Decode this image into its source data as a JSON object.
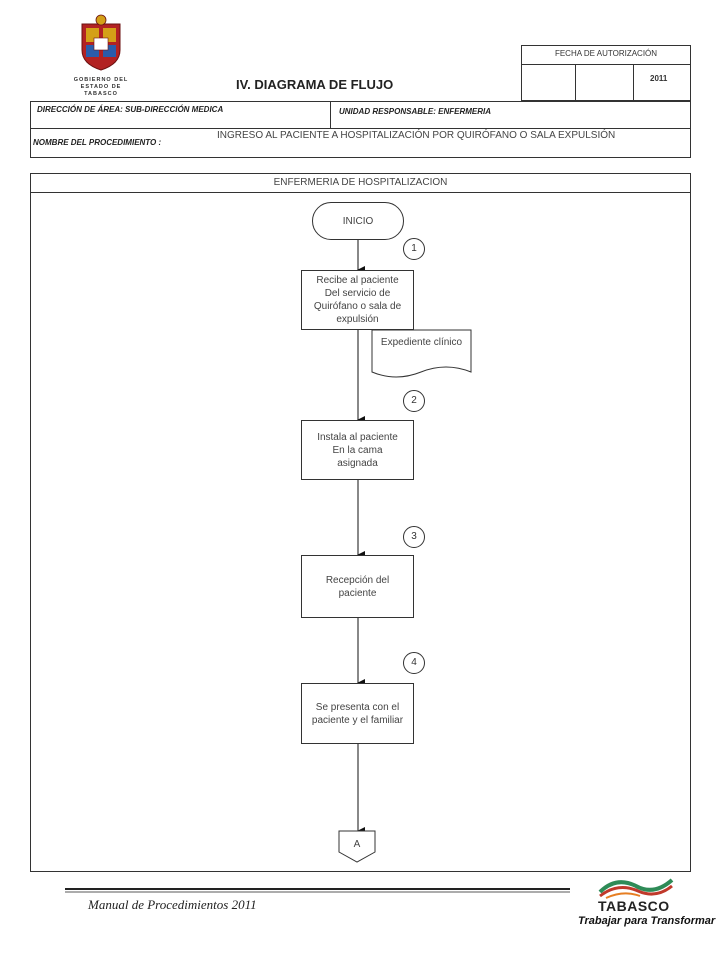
{
  "header": {
    "seal_lines": [
      "GOBIERNO DEL",
      "ESTADO DE",
      "TABASCO"
    ],
    "title": "IV. DIAGRAMA  DE FLUJO",
    "fecha_label": "FECHA DE AUTORIZACIÓN",
    "year": "2011",
    "direccion": "DIRECCIÓN DE ÁREA: SUB-DIRECCIÓN MEDICA",
    "unidad": "UNIDAD RESPONSABLE: ENFERMERIA",
    "nombre_label": "NOMBRE DEL PROCEDIMIENTO :",
    "nombre_value": "INGRESO AL PACIENTE A HOSPITALIZACIÓN POR QUIRÓFANO O SALA EXPULSIÓN"
  },
  "lane": {
    "title": "ENFERMERIA DE HOSPITALIZACION"
  },
  "flow": {
    "start": "INICIO",
    "steps": [
      {
        "num": "1",
        "text": "Recibe al paciente Del servicio de Quirófano o sala de expulsión"
      },
      {
        "num": "2",
        "text": "Instala al paciente En la cama asignada"
      },
      {
        "num": "3",
        "text": "Recepción del paciente"
      },
      {
        "num": "4",
        "text": "Se presenta con el paciente y el familiar"
      }
    ],
    "document": "Expediente clínico",
    "connector": "A"
  },
  "footer": {
    "manual": "Manual de Procedimientos 2011",
    "logo_word": "TABASCO",
    "slogan": "Trabajar para Transformar"
  },
  "colors": {
    "logo_red": "#c0392b",
    "logo_green": "#2e8b57",
    "logo_orange": "#e67e22",
    "seal_red": "#b22222",
    "seal_gold": "#d4a017"
  }
}
